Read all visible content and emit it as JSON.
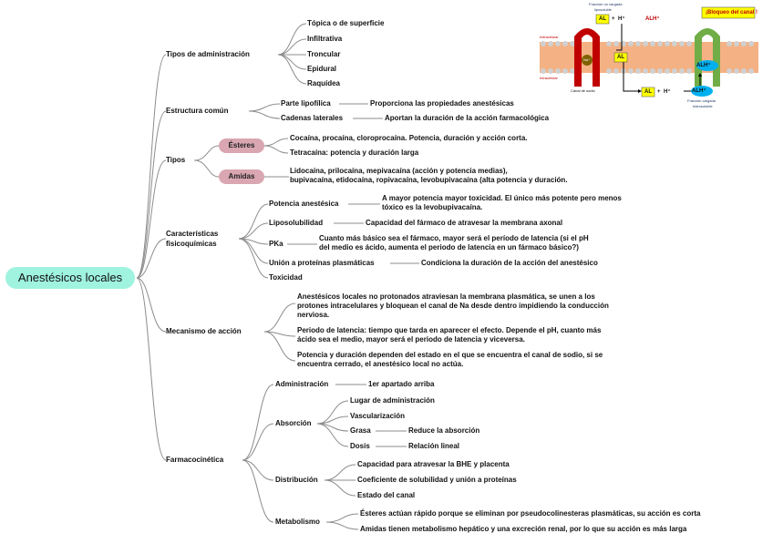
{
  "root": "Anestésicos locales",
  "branches": {
    "admin": {
      "label": "Tipos de administración",
      "items": [
        "Tópica o de superficie",
        "Infiltrativa",
        "Troncular",
        "Epidural",
        "Raquídea"
      ]
    },
    "estructura": {
      "label": "Estructura común",
      "rows": [
        {
          "k": "Parte lipofílica",
          "v": "Proporciona las propiedades anestésicas"
        },
        {
          "k": "Cadenas laterales",
          "v": "Aportan la duración de la acción farmacológica"
        }
      ]
    },
    "tipos": {
      "label": "Tipos",
      "esteres_label": "Ésteres",
      "esteres_lines": [
        "Cocaína, procaína, cloroprocaína. Potencia, duración y acción corta.",
        "Tetracaína: potencia y duración larga"
      ],
      "amidas_label": "Amidas",
      "amidas_lines": [
        "Lidocaína, prilocaína, mepivacaína (acción y potencia medias),",
        "bupivacaína, etidocaína, ropivacaína, levobupivacaína (alta potencia y duración."
      ]
    },
    "caracteristicas": {
      "label_1": "Características",
      "label_2": "fisicoquímicas",
      "potencia_k": "Potencia anestésica",
      "potencia_v1": "A mayor potencia mayor toxicidad. El único más potente pero menos",
      "potencia_v2": "tóxico es la levobupivacaína.",
      "lipo_k": "Liposolubilidad",
      "lipo_v": "Capacidad del fármaco de atravesar la membrana axonal",
      "pka_k": "PKa",
      "pka_v1": "Cuanto más básico sea el fármaco, mayor será el período de latencia (si el pH",
      "pka_v2": "del medio es ácido, aumenta el periodo de latencia en un fármaco básico?)",
      "union_k": "Unión a proteínas plasmáticas",
      "union_v": "Condiciona la duración de la acción del anestésico",
      "toxicidad": "Toxicidad"
    },
    "mecanismo": {
      "label": "Mecanismo de acción",
      "p1": [
        "Anestésicos locales no protonados atraviesan la membrana plasmática, se unen a los",
        "protones intracelulares y bloquean el canal de Na desde dentro impidiendo la conducción",
        "nerviosa."
      ],
      "p2": [
        "Periodo de latencia: tiempo que tarda en aparecer el efecto. Depende el pH, cuanto más",
        "ácido sea el medio, mayor será el periodo de latencia y viceversa."
      ],
      "p3": [
        "Potencia y duración dependen del estado en el que se encuentra el canal de sodio, si se",
        "encuentra cerrado, el anestésico local no actúa."
      ]
    },
    "farmaco": {
      "label": "Farmacocinética",
      "administracion_k": "Administración",
      "administracion_v": "1er apartado arriba",
      "absorcion_k": "Absorción",
      "absorcion_items": {
        "lugar": "Lugar de administración",
        "vasc": "Vascularización",
        "grasa": "Grasa",
        "grasa_v": "Reduce la absorción",
        "dosis": "Dosis",
        "dosis_v": "Relación lineal"
      },
      "distribucion_k": "Distribución",
      "distribucion_items": [
        "Capacidad para atravesar la BHE y placenta",
        "Coeficiente de solubilidad y unión a proteínas",
        "Estado del canal"
      ],
      "metabolismo_k": "Metabolismo",
      "metabolismo_items": [
        "Ésteres actúan rápido porque se eliminan por pseudocolinesteras plasmáticas, su acción es corta",
        "Amidas tienen metabolismo hepático y una excreción renal, por lo que su acción es más larga"
      ]
    }
  },
  "illustration": {
    "top_label_1": "Fracción no cargada",
    "top_label_2": "liposoluble",
    "block_label": "¡Bloqueo del canal !",
    "al": "AL",
    "plus": "+",
    "h": "H⁺",
    "alh": "ALH⁺",
    "extracelular": "extracelular",
    "intracelular": "Intracelular",
    "na": "Na⁺",
    "canal": "Canal de sodio",
    "bottom_label_1": "Fracción cargada",
    "bottom_label_2": "hidrosoluble",
    "colors": {
      "membrane": "#f4b183",
      "channel": "#c00000",
      "channel2": "#70ad47",
      "al_box": "#ffff00",
      "alh": "#00b0f0"
    }
  }
}
